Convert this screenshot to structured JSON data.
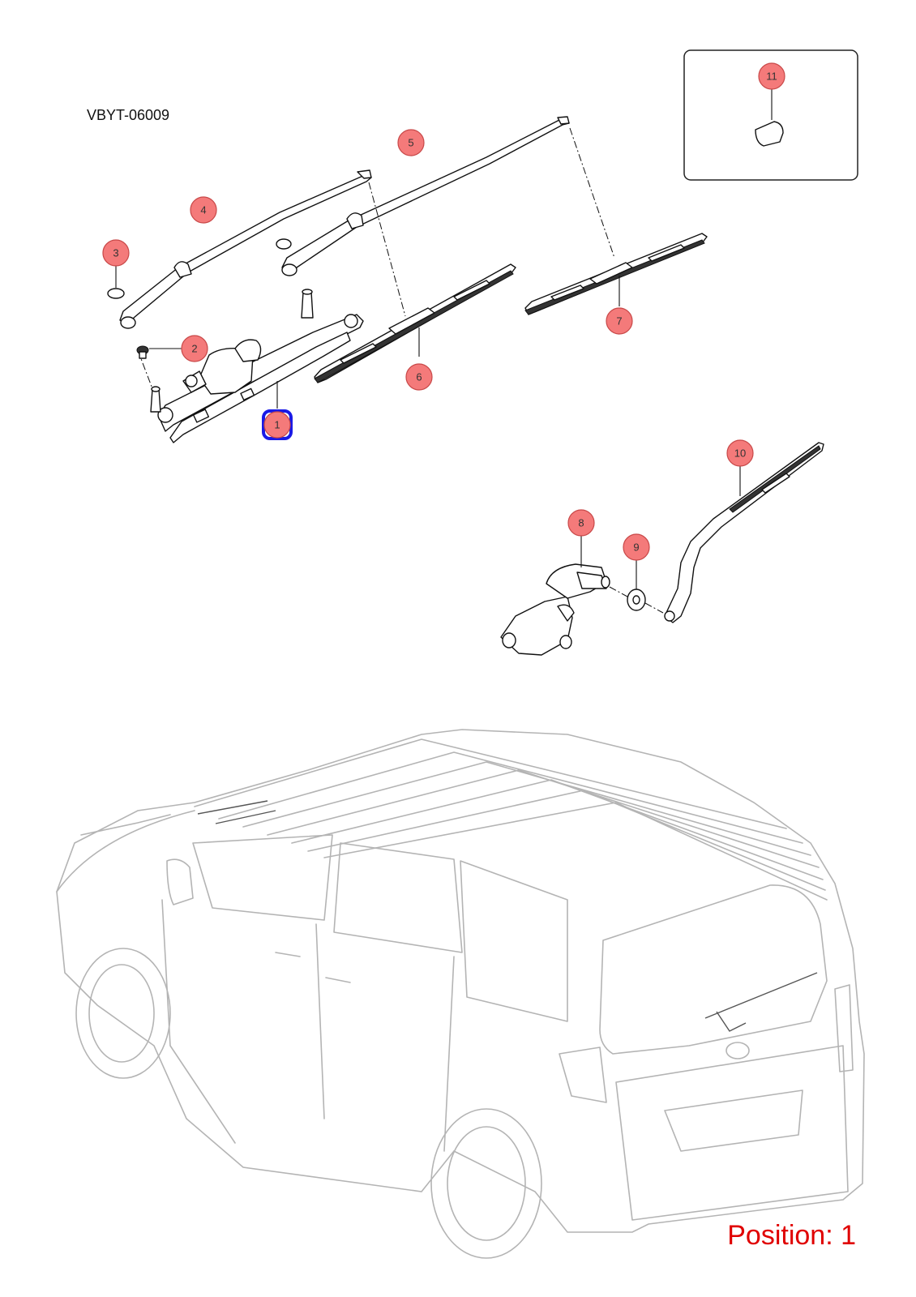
{
  "diagram_code": "VBYT-06009",
  "position_label": "Position: 1",
  "colors": {
    "callout_fill": "#f47a7a",
    "callout_stroke": "#c84848",
    "highlight": "#1a1ae6",
    "position_text": "#e00000"
  },
  "callouts": [
    {
      "label": "1",
      "selected": true
    },
    {
      "label": "2"
    },
    {
      "label": "3"
    },
    {
      "label": "4"
    },
    {
      "label": "5"
    },
    {
      "label": "6"
    },
    {
      "label": "7"
    },
    {
      "label": "8"
    },
    {
      "label": "9"
    },
    {
      "label": "10"
    },
    {
      "label": "11"
    }
  ]
}
